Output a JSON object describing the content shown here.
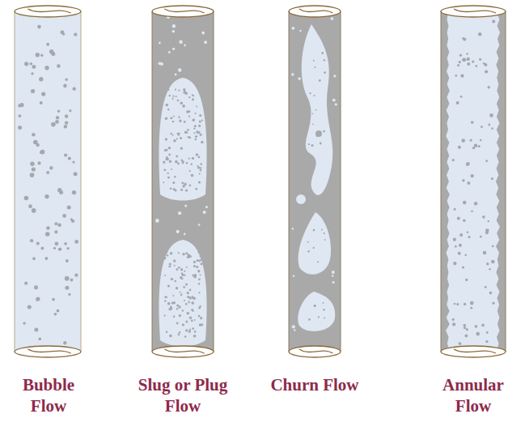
{
  "diagram": {
    "labels": [
      "Bubble Flow",
      "Slug or Plug Flow",
      "Churn Flow",
      "Annular Flow"
    ]
  }
}
